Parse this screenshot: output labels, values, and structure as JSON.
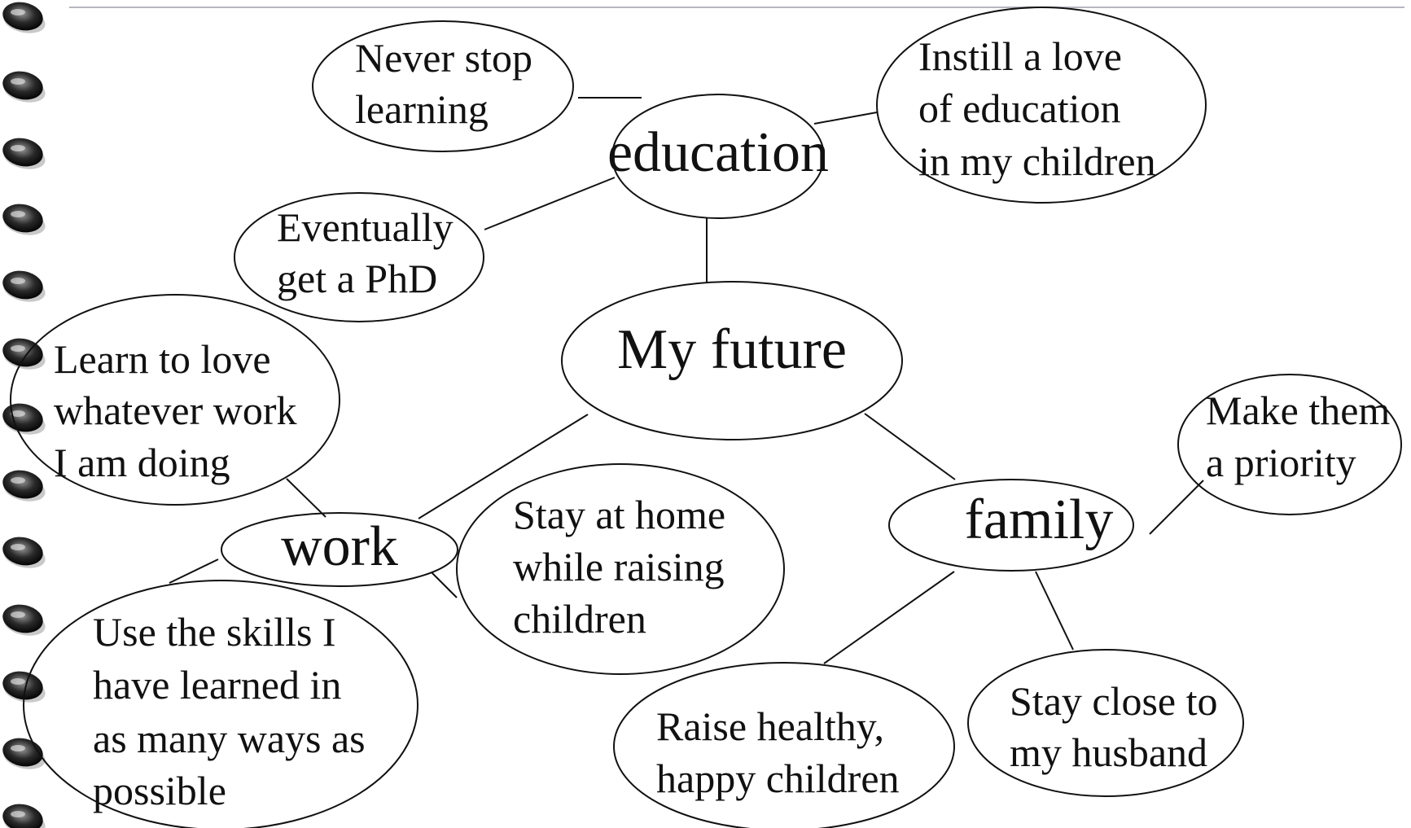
{
  "nodes": {
    "center": "My future",
    "education": "education",
    "work": "work",
    "family": "family",
    "never_stop": [
      "Never stop",
      "learning"
    ],
    "instill": [
      "Instill a love",
      "of education",
      "in my children"
    ],
    "phd": [
      "Eventually",
      "get a PhD"
    ],
    "learn_love": [
      "Learn to love",
      "whatever work",
      "I am doing"
    ],
    "stay_home": [
      "Stay at home",
      "while raising",
      "children"
    ],
    "use_skills": [
      "Use the skills I",
      "have learned in",
      "as many ways as",
      "possible"
    ],
    "make_priority": [
      "Make them",
      "a priority"
    ],
    "raise_children": [
      "Raise healthy,",
      "happy children"
    ],
    "stay_close": [
      "Stay close to",
      "my husband"
    ]
  }
}
